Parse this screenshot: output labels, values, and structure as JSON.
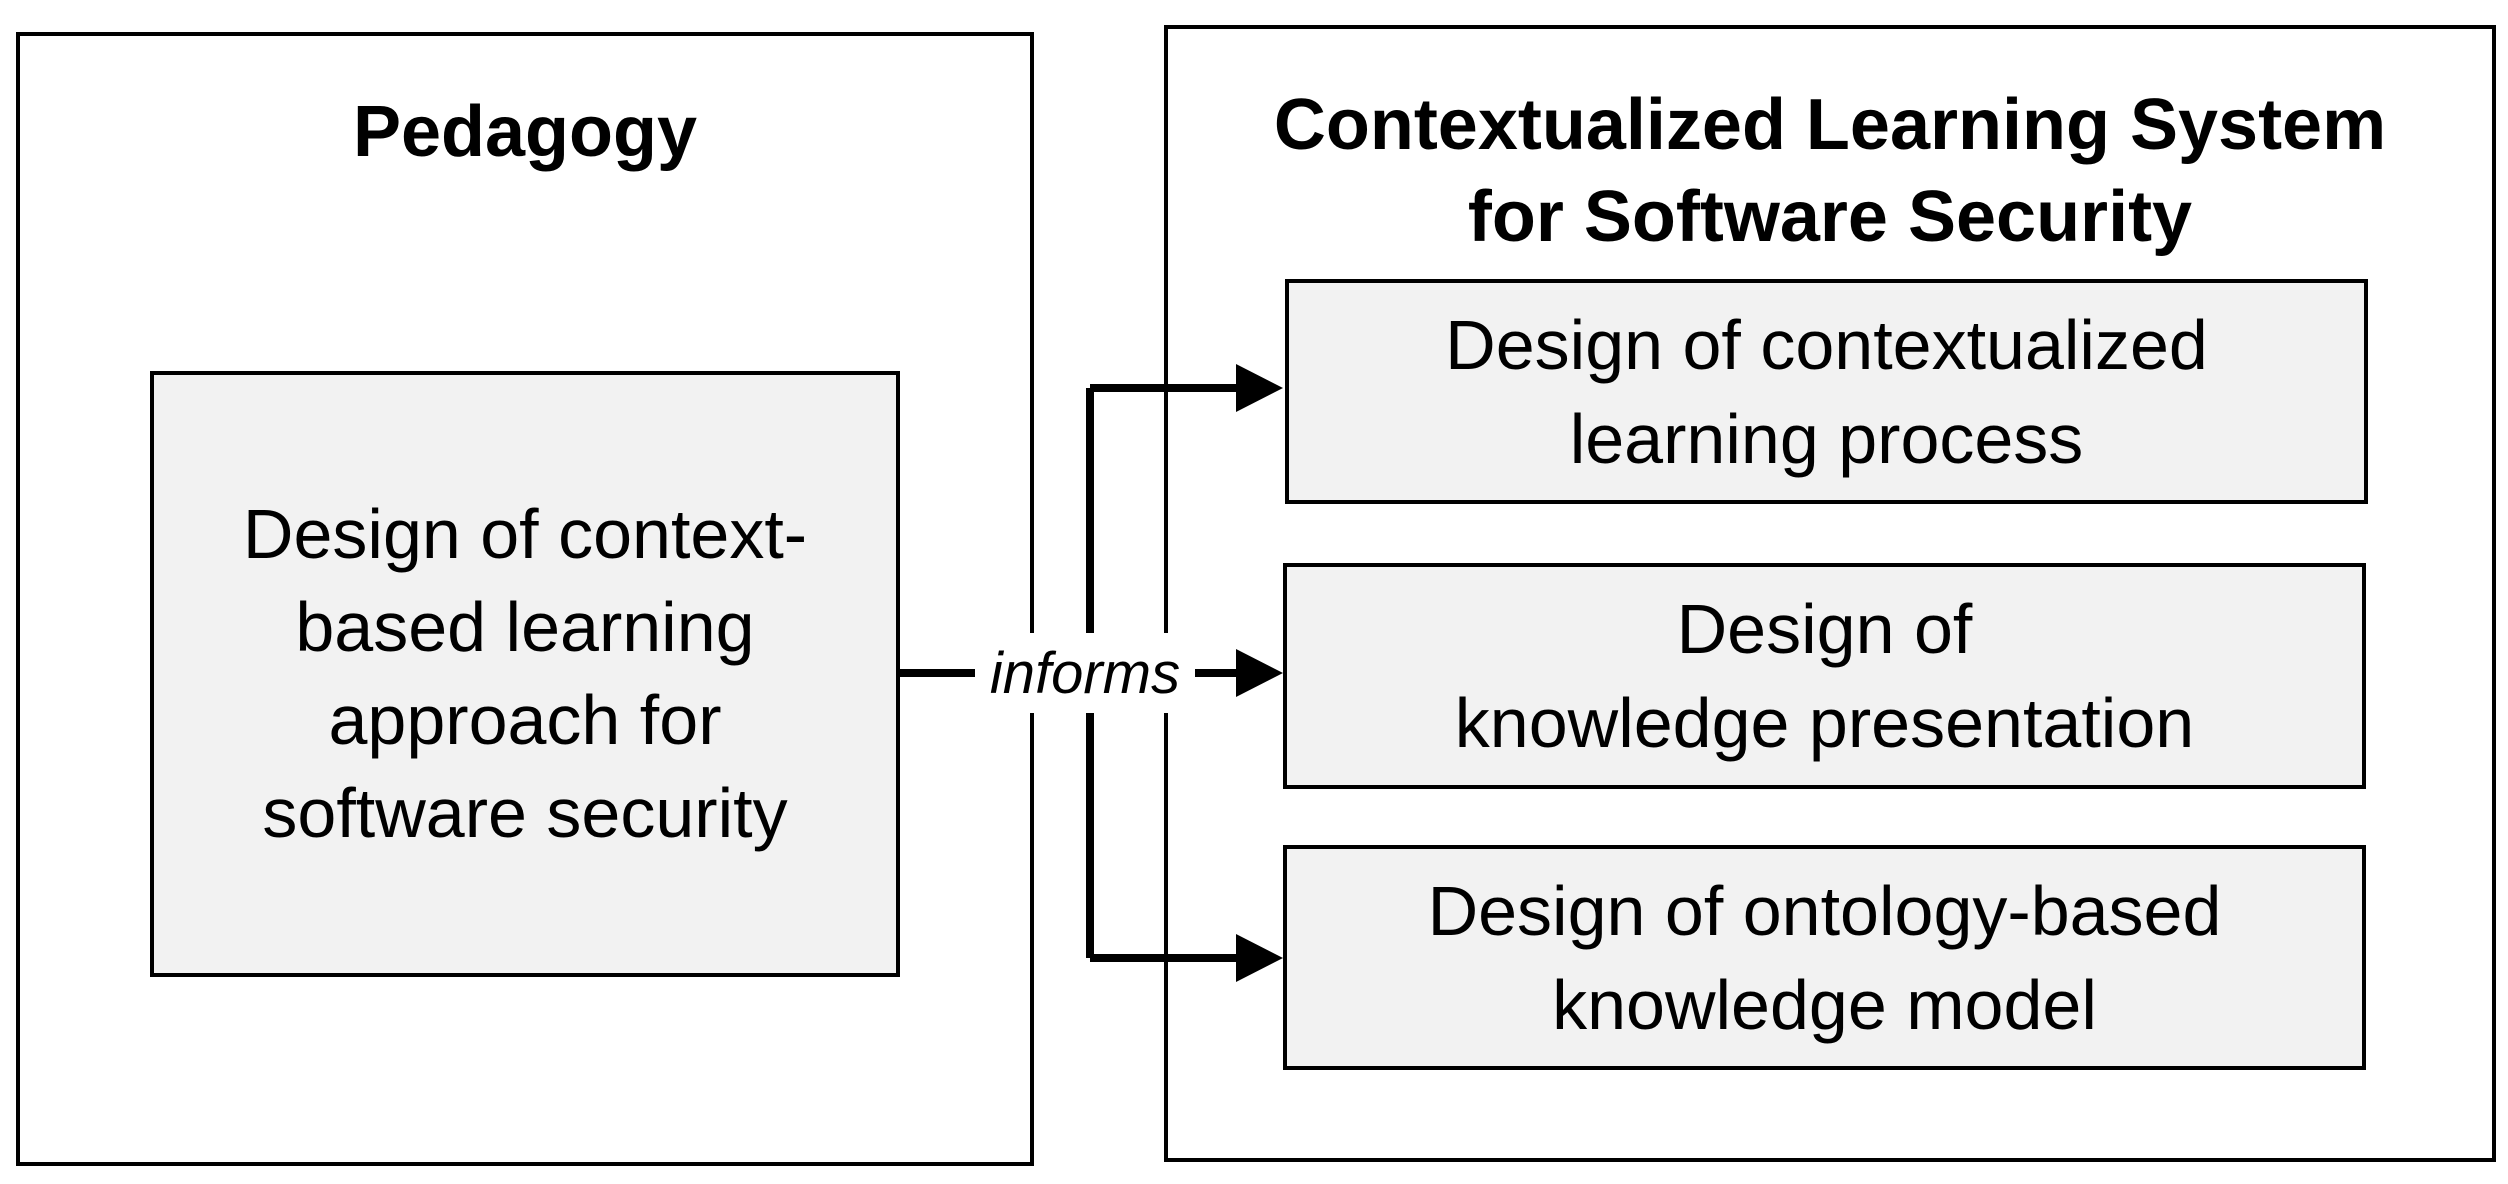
{
  "pedagogy": {
    "title": "Pedagogy",
    "box_text": "Design of context-\nbased learning\napproach for\nsoftware security"
  },
  "system": {
    "title": "Contextualized Learning System\nfor Software Security",
    "boxes": [
      "Design of contextualized\nlearning process",
      "Design of\nknowledge presentation",
      "Design of ontology-based\nknowledge model"
    ]
  },
  "connector": {
    "label": "informs"
  }
}
